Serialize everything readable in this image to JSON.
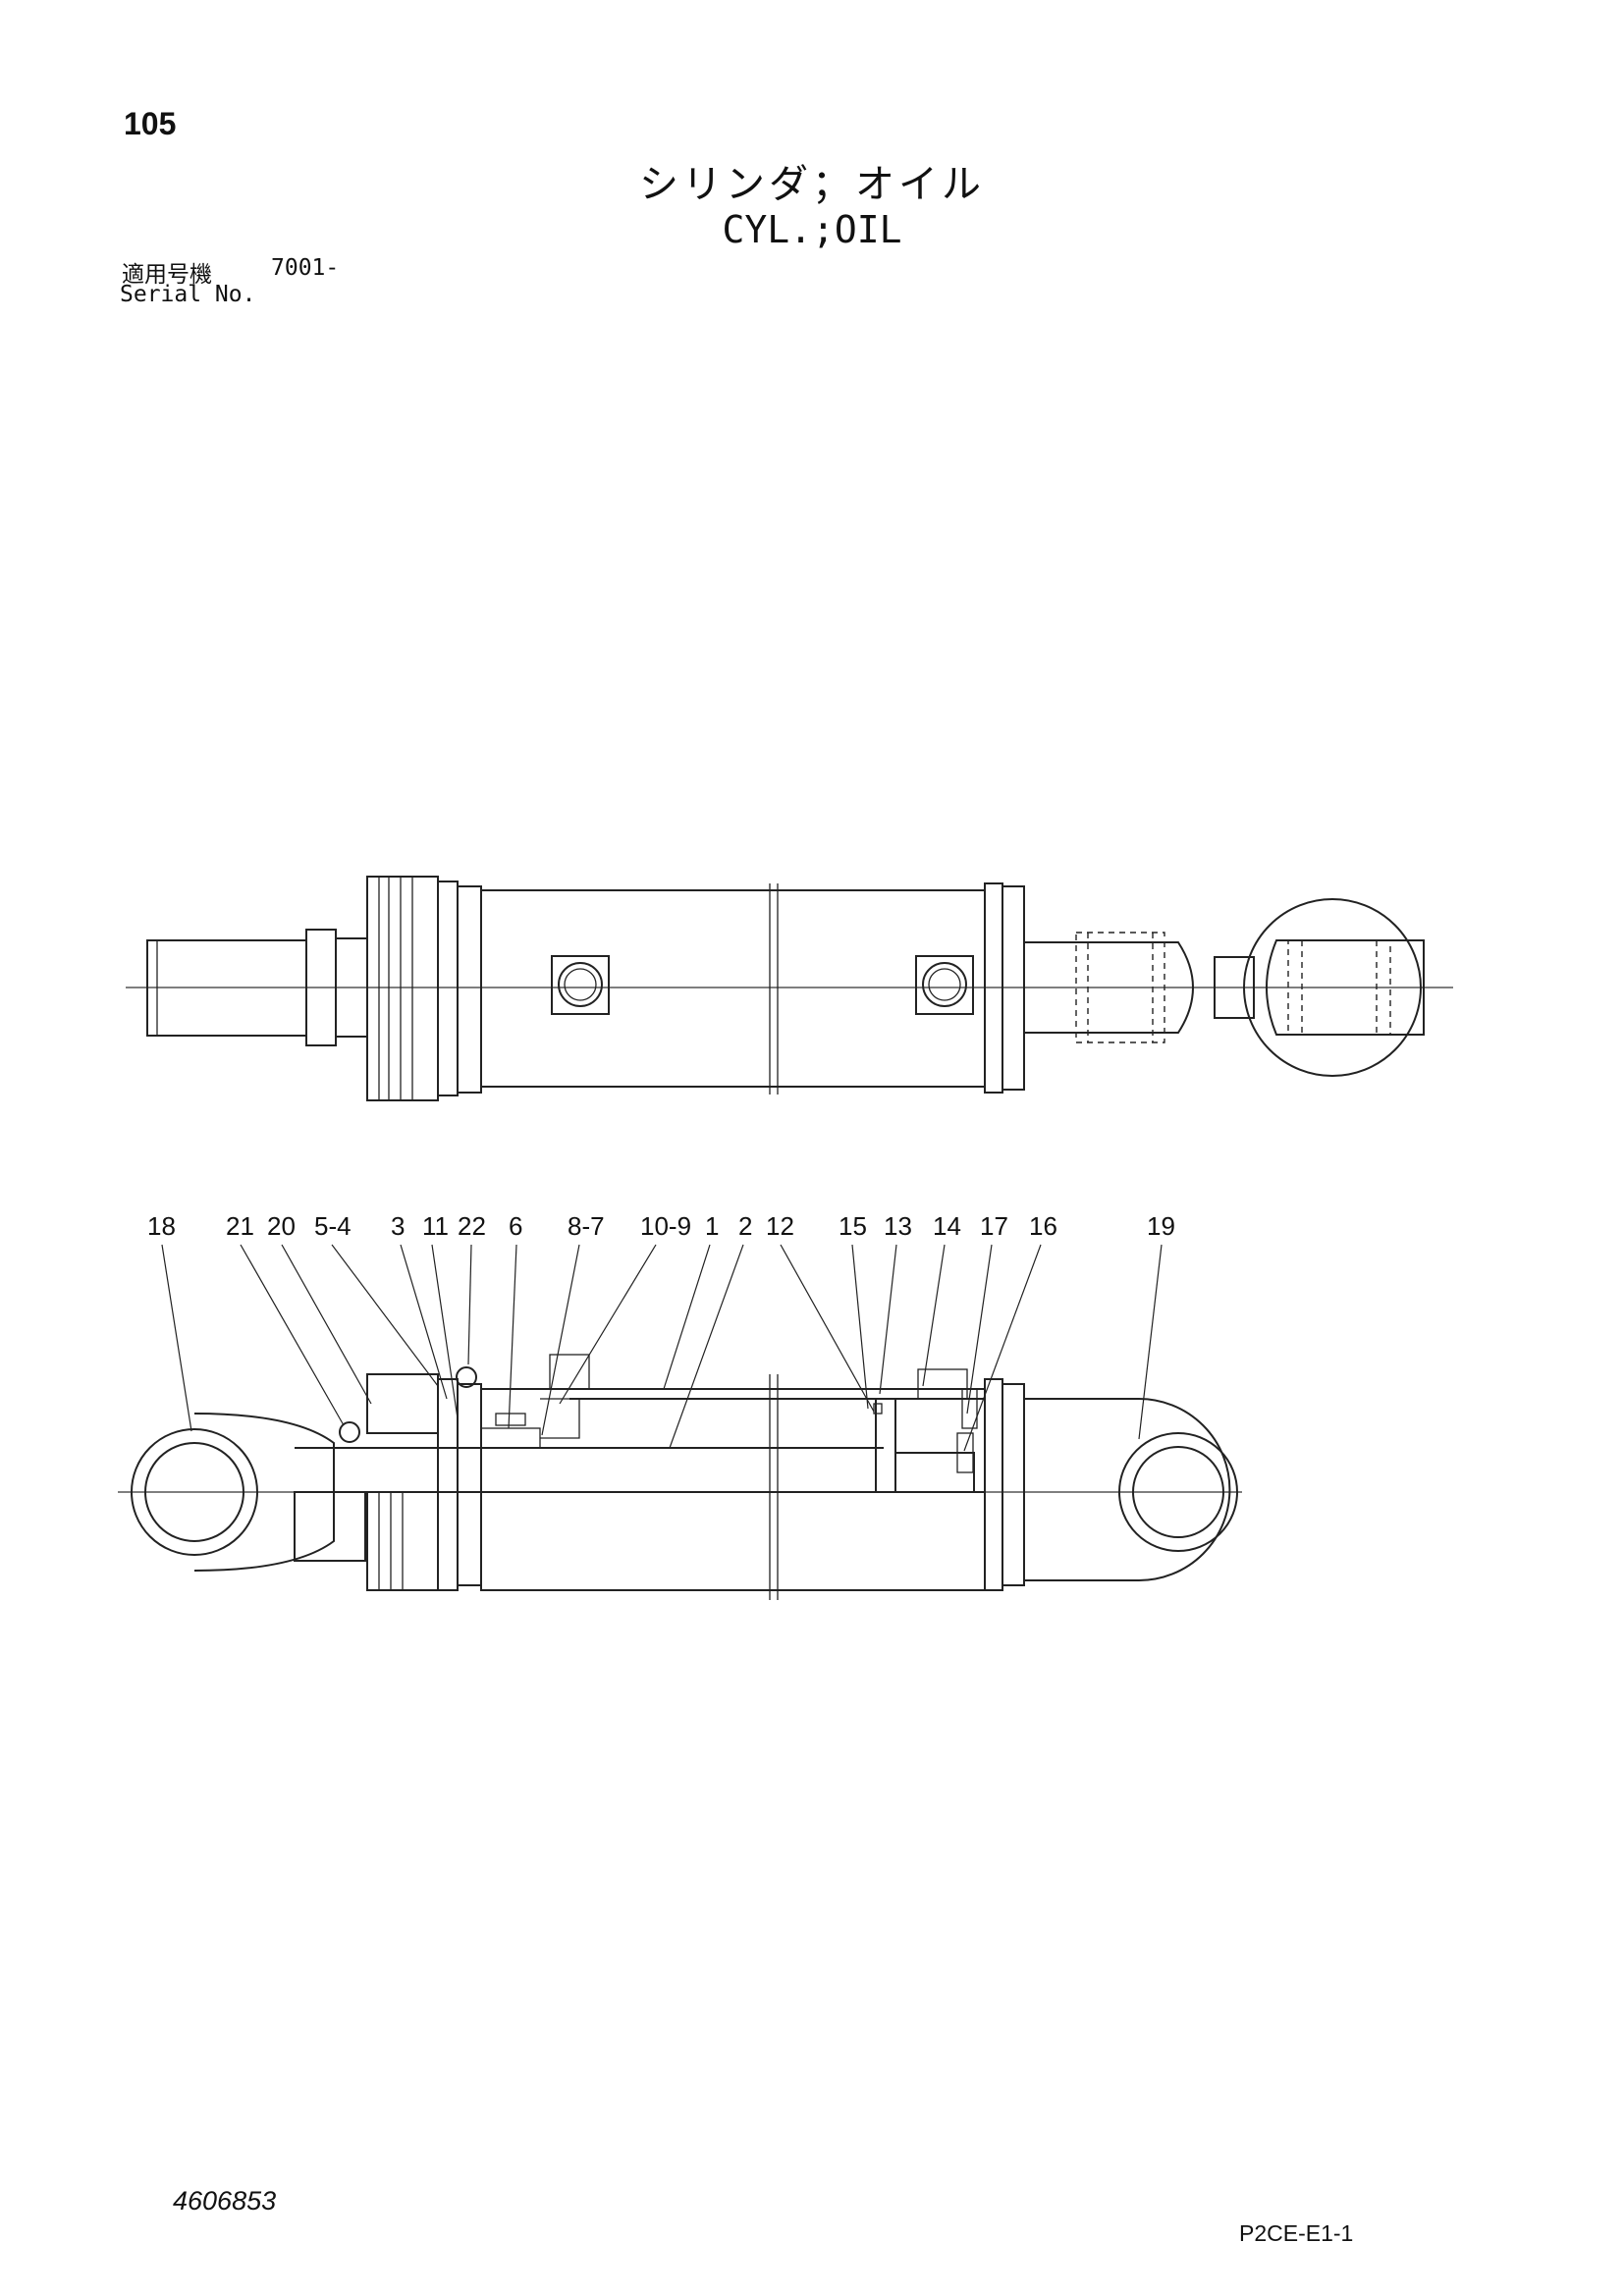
{
  "header": {
    "page_number": "105",
    "title_jp": "シリンダ；オイル",
    "title_en": "CYL.;OIL",
    "serial_label_jp": "適用号機",
    "serial_value": "7001-",
    "serial_label_en": "Serial No."
  },
  "diagram": {
    "callouts": [
      "18",
      "21",
      "20",
      "5-4",
      "3",
      "11",
      "22",
      "6",
      "8-7",
      "10-9",
      "1",
      "2",
      "12",
      "15",
      "13",
      "14",
      "17",
      "16",
      "19"
    ]
  },
  "footer": {
    "document_number": "4606853",
    "page_code": "P2CE-E1-1"
  }
}
